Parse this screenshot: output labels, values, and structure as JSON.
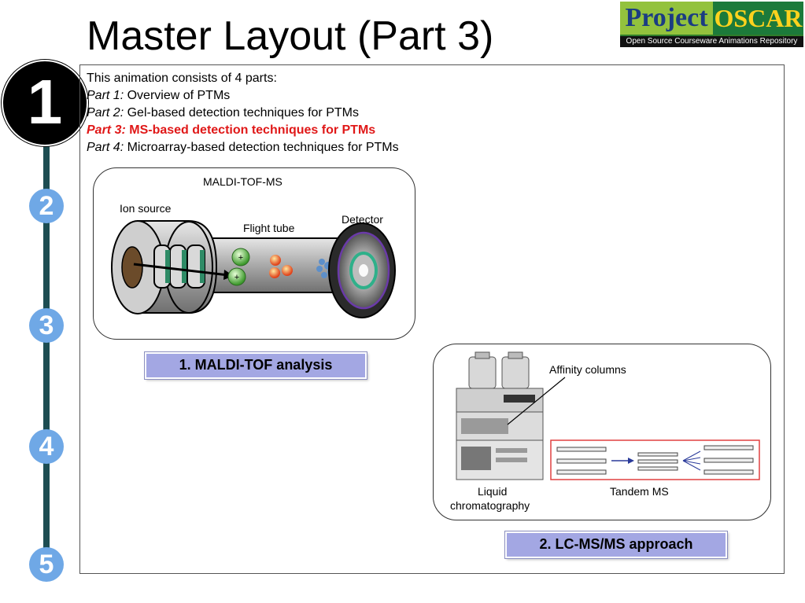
{
  "title": "Master Layout (Part 3)",
  "logo": {
    "word1": "Project",
    "word2": "OSCAR",
    "subtitle": "Open Source Courseware Animations Repository"
  },
  "steps": [
    "1",
    "2",
    "3",
    "4",
    "5"
  ],
  "active_step": "1",
  "intro": {
    "heading": "This animation consists of 4 parts:",
    "parts": [
      {
        "prefix": "Part 1:",
        "text": "Overview of PTMs"
      },
      {
        "prefix": "Part 2:",
        "text": "Gel-based detection techniques for PTMs"
      },
      {
        "prefix": "Part 3:",
        "text": "MS-based detection techniques for PTMs"
      },
      {
        "prefix": "Part 4:",
        "text": "Microarray-based detection techniques for PTMs"
      }
    ]
  },
  "maldi": {
    "title": "MALDI-TOF-MS",
    "ion_source": "Ion source",
    "flight_tube": "Flight tube",
    "detector": "Detector",
    "button": "1. MALDI-TOF analysis"
  },
  "lcms": {
    "affinity": "Affinity columns",
    "liquid": "Liquid",
    "chromatography": "chromatography",
    "tandem": "Tandem MS",
    "button": "2. LC-MS/MS approach"
  },
  "colors": {
    "highlight": "#e01818",
    "timeline": "#1d4d52",
    "step_circle": "#6fa8e6",
    "button": "#a3a7e3"
  }
}
